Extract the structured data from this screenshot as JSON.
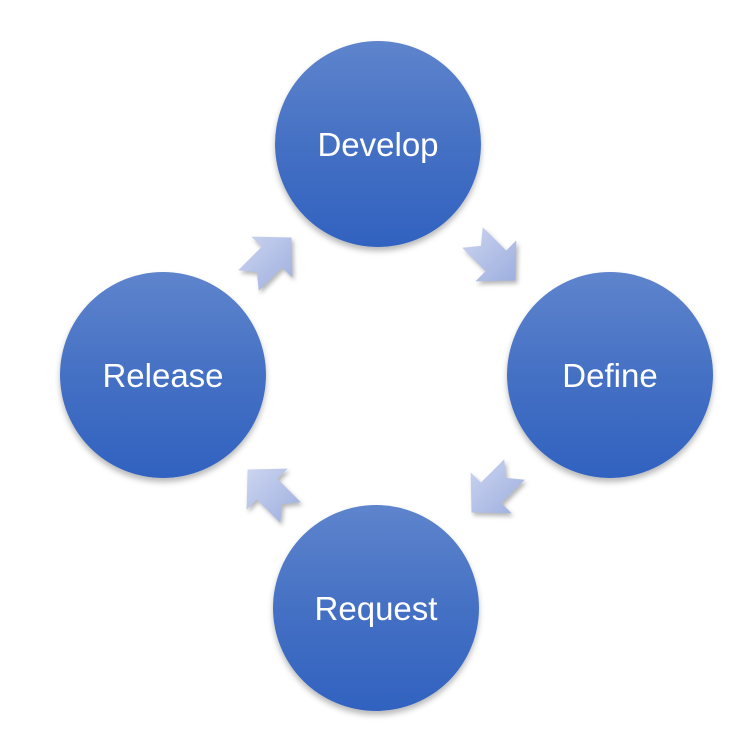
{
  "diagram": {
    "type": "cycle",
    "nodes": [
      {
        "label": "Develop",
        "position": "top",
        "shape": "circle"
      },
      {
        "label": "Define",
        "position": "right",
        "shape": "circle"
      },
      {
        "label": "Request",
        "position": "bottom",
        "shape": "circle"
      },
      {
        "label": "Release",
        "position": "left",
        "shape": "circle"
      }
    ],
    "flows": [
      {
        "from": "Develop",
        "to": "Define",
        "arrow_icon": "arrow-southeast-icon"
      },
      {
        "from": "Define",
        "to": "Request",
        "arrow_icon": "arrow-southwest-icon"
      },
      {
        "from": "Request",
        "to": "Release",
        "arrow_icon": "arrow-northwest-icon"
      },
      {
        "from": "Release",
        "to": "Develop",
        "arrow_icon": "arrow-northeast-icon"
      }
    ],
    "colors": {
      "background": "#ffffff",
      "node_gradient_top": "#5e84cc",
      "node_gradient_mid": "#4470c4",
      "node_gradient_bottom": "#3162c0",
      "node_text": "#ffffff",
      "arrow_gradient_light": "#ccd4f0",
      "arrow_gradient_dark": "#9dafdf"
    }
  }
}
